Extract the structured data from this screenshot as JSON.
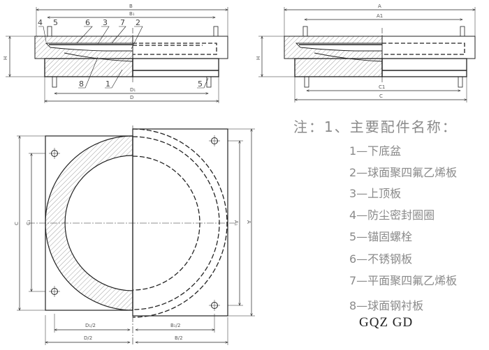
{
  "section_left": {
    "dims": {
      "B": "B",
      "B1": "B₁",
      "H": "H",
      "D1": "D₁",
      "D": "D"
    },
    "part_labels_top": [
      "4",
      "5",
      "6",
      "3",
      "7",
      "2"
    ],
    "part_labels_bottom": [
      "8",
      "1",
      "5"
    ]
  },
  "section_right": {
    "dims": {
      "A": "A",
      "A1": "A1",
      "H": "H",
      "C1": "C1",
      "C": "C"
    }
  },
  "plan": {
    "dims": {
      "C": "C",
      "C1": "C₁",
      "A1": "A₁",
      "A": "A",
      "D1_half": "D₁/2",
      "D_half": "D/2",
      "B1_half": "B₁/2",
      "B_half": "B/2"
    }
  },
  "notes": {
    "title": "注：1、主要配件名称：",
    "items": [
      "1—下底盆",
      "2—球面聚四氟乙烯板",
      "3—上顶板",
      "4—防尘密封圈圈",
      "5—锚固螺栓",
      "6—不锈钢板",
      "7—平面聚四氟乙烯板",
      "8—球面钢衬板"
    ]
  },
  "model": "GQZ GD"
}
